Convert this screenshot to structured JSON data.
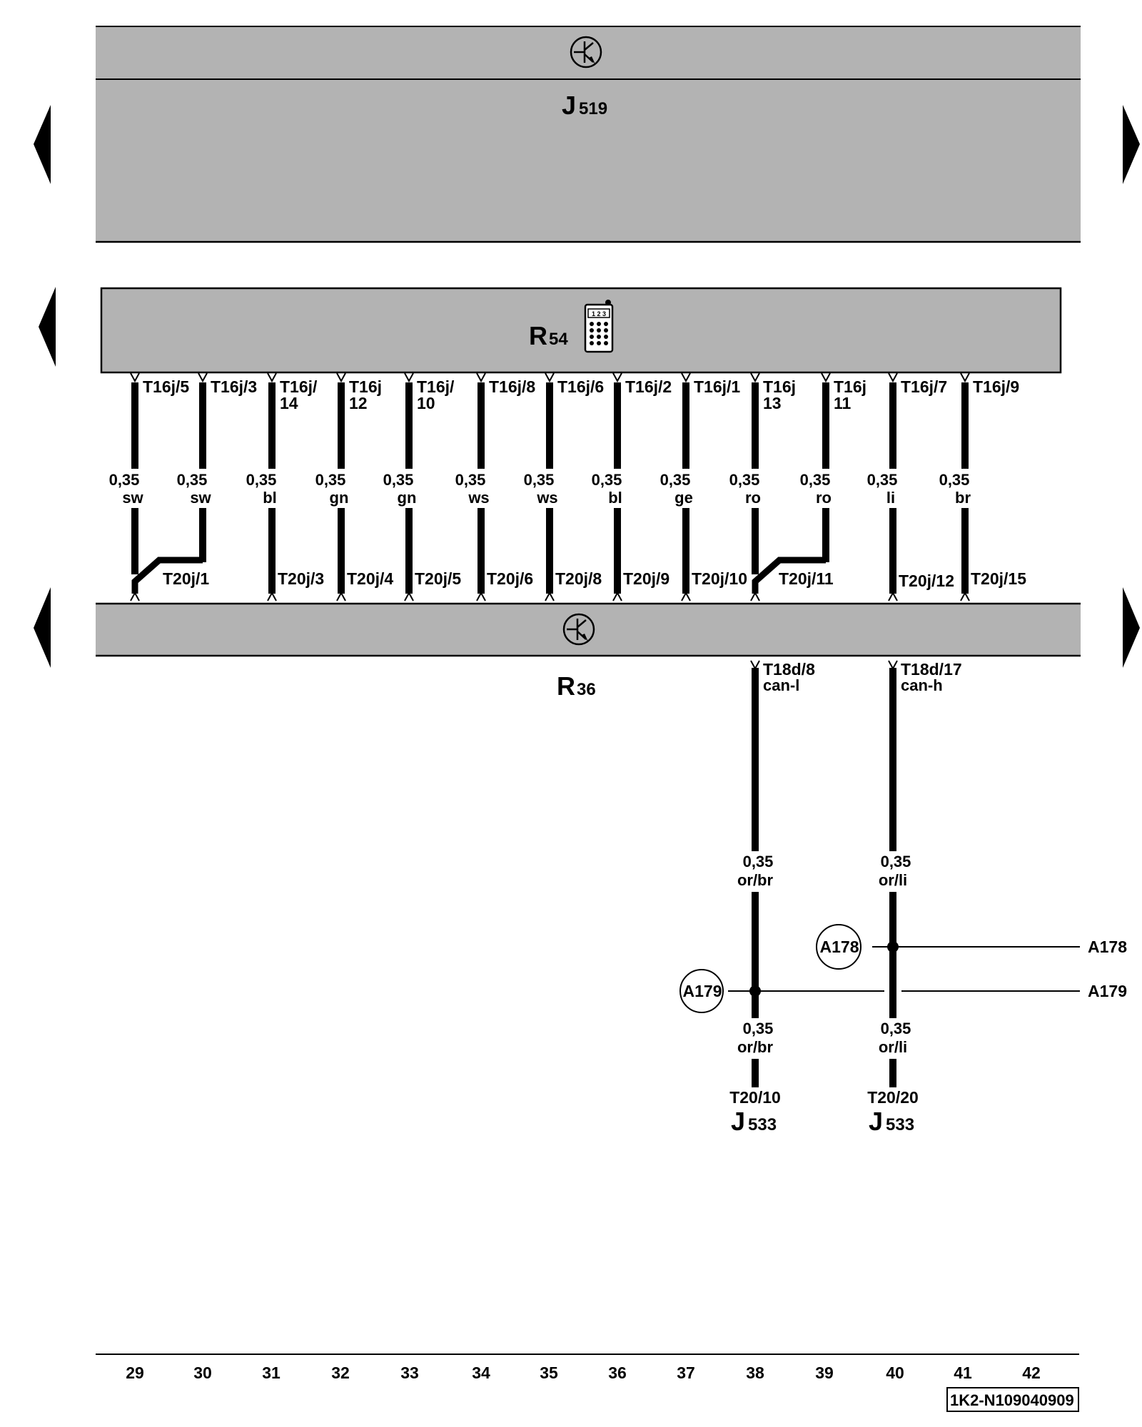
{
  "components": {
    "top_module": {
      "letter": "J",
      "number": "519",
      "icon": "electronic-module-icon"
    },
    "phone_module": {
      "letter": "R",
      "number": "54",
      "icon": "mobile-phone-icon",
      "keypad_text": "1 2 3"
    },
    "bottom_module": {
      "letter": "R",
      "number": "36",
      "icon": "electronic-module-icon"
    },
    "gateway_left": {
      "pin": "T20/10",
      "letter": "J",
      "number": "533"
    },
    "gateway_right": {
      "pin": "T20/20",
      "letter": "J",
      "number": "533"
    }
  },
  "r54_pins": [
    {
      "col": 0,
      "lines": [
        "T16j/5"
      ]
    },
    {
      "col": 1,
      "lines": [
        "T16j/3"
      ]
    },
    {
      "col": 2,
      "lines": [
        "T16j/",
        "14"
      ]
    },
    {
      "col": 3,
      "lines": [
        "T16j",
        "12"
      ]
    },
    {
      "col": 4,
      "lines": [
        "T16j/",
        "10"
      ]
    },
    {
      "col": 5,
      "lines": [
        "T16j/8"
      ]
    },
    {
      "col": 6,
      "lines": [
        "T16j/6"
      ]
    },
    {
      "col": 7,
      "lines": [
        "T16j/2"
      ]
    },
    {
      "col": 8,
      "lines": [
        "T16j/1"
      ]
    },
    {
      "col": 9,
      "lines": [
        "T16j",
        "13"
      ]
    },
    {
      "col": 10,
      "lines": [
        "T16j",
        "11"
      ]
    },
    {
      "col": 11,
      "lines": [
        "T16j/7"
      ]
    },
    {
      "col": 12,
      "lines": [
        "T16j/9"
      ]
    }
  ],
  "wires": [
    {
      "col": 0,
      "size": "0,35",
      "color": "sw"
    },
    {
      "col": 1,
      "size": "0,35",
      "color": "sw"
    },
    {
      "col": 2,
      "size": "0,35",
      "color": "bl"
    },
    {
      "col": 3,
      "size": "0,35",
      "color": "gn"
    },
    {
      "col": 4,
      "size": "0,35",
      "color": "gn"
    },
    {
      "col": 5,
      "size": "0,35",
      "color": "ws"
    },
    {
      "col": 6,
      "size": "0,35",
      "color": "ws"
    },
    {
      "col": 7,
      "size": "0,35",
      "color": "bl"
    },
    {
      "col": 8,
      "size": "0,35",
      "color": "ge"
    },
    {
      "col": 9,
      "size": "0,35",
      "color": "ro"
    },
    {
      "col": 10,
      "size": "0,35",
      "color": "ro"
    },
    {
      "col": 11,
      "size": "0,35",
      "color": "li"
    },
    {
      "col": 12,
      "size": "0,35",
      "color": "br"
    }
  ],
  "r36_pins": [
    {
      "col": 0,
      "label": "T20j/1"
    },
    {
      "col": 2,
      "label": "T20j/3"
    },
    {
      "col": 3,
      "label": "T20j/4"
    },
    {
      "col": 4,
      "label": "T20j/5"
    },
    {
      "col": 5,
      "label": "T20j/6"
    },
    {
      "col": 6,
      "label": "T20j/8"
    },
    {
      "col": 7,
      "label": "T20j/9"
    },
    {
      "col": 8,
      "label": "T20j/10"
    },
    {
      "col": 9,
      "label": "T20j/11"
    },
    {
      "col": 11,
      "label": "T20j/12"
    },
    {
      "col": 12,
      "label": "T20j/15"
    }
  ],
  "can_pins": [
    {
      "col": 9,
      "pin": "T18d/8",
      "signal": "can-l"
    },
    {
      "col": 11,
      "pin": "T18d/17",
      "signal": "can-h"
    }
  ],
  "can_wires": {
    "left_upper": {
      "size": "0,35",
      "color": "or/br"
    },
    "left_lower": {
      "size": "0,35",
      "color": "or/br"
    },
    "right_upper": {
      "size": "0,35",
      "color": "or/li"
    },
    "right_lower": {
      "size": "0,35",
      "color": "or/li"
    }
  },
  "splices": {
    "a178": {
      "label": "A178",
      "ref": "A178"
    },
    "a179": {
      "label": "A179",
      "ref": "A179"
    }
  },
  "column_numbers": [
    "29",
    "30",
    "31",
    "32",
    "33",
    "34",
    "35",
    "36",
    "37",
    "38",
    "39",
    "40",
    "41",
    "42"
  ],
  "doc_id": "1K2-N109040909",
  "colors": {
    "module_fill": "#b3b3b3",
    "line": "#000000",
    "background": "#ffffff"
  }
}
